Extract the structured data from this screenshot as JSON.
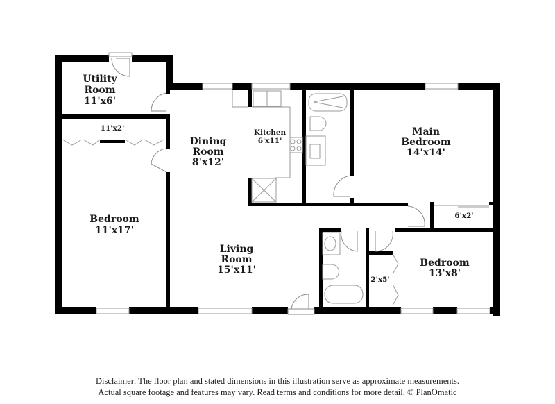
{
  "rooms": {
    "utility": {
      "name_1": "Utility",
      "name_2": "Room",
      "dims": "11'x6'"
    },
    "closet_top_left": {
      "dims": "11'x2'"
    },
    "bedroom_left": {
      "name": "Bedroom",
      "dims": "11'x17'"
    },
    "dining": {
      "name_1": "Dining",
      "name_2": "Room",
      "dims": "8'x12'"
    },
    "kitchen": {
      "name": "Kitchen",
      "dims": "6'x11'"
    },
    "living": {
      "name_1": "Living",
      "name_2": "Room",
      "dims": "15'x11'"
    },
    "main_bedroom": {
      "name_1": "Main",
      "name_2": "Bedroom",
      "dims": "14'x14'"
    },
    "closet_main": {
      "dims": "6'x2'"
    },
    "bedroom_right": {
      "name": "Bedroom",
      "dims": "13'x8'"
    },
    "closet_right": {
      "dims": "2'x5'"
    }
  },
  "disclaimer": {
    "line_1": "Disclaimer: The floor plan and stated dimensions in this illustration serve as approximate measurements.",
    "line_2": "Actual square footage and features may vary. Read terms and conditions for more detail. © PlanOmatic"
  }
}
